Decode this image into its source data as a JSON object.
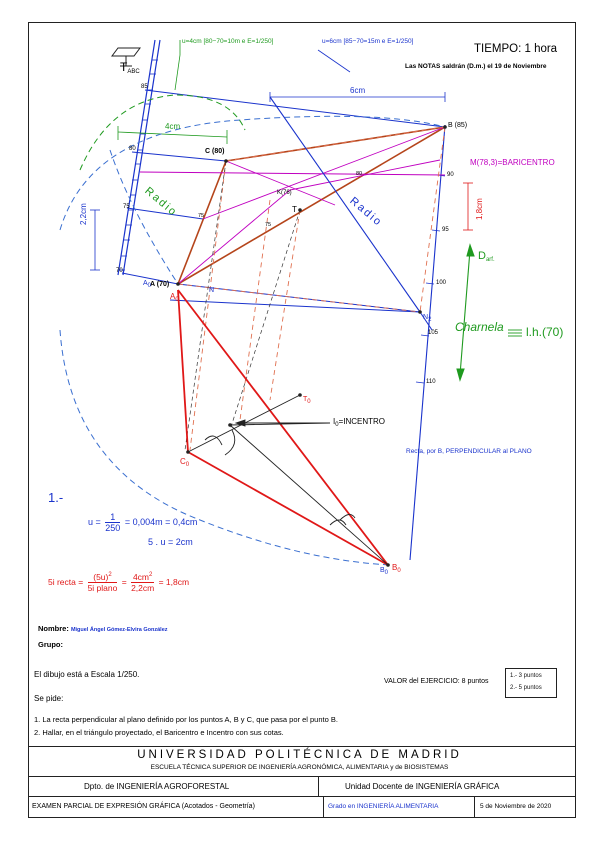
{
  "header": {
    "tiempo": "TIEMPO: 1 hora",
    "notas": "Las NOTAS saldrán (D.m.) el 19 de Noviembre",
    "plane_label": "T",
    "plane_sub": "ABC"
  },
  "drawing": {
    "dim_green_top": "u=4cm [80−70=10m  e  E=1/250]",
    "dim_blue_top": "u=6cm [85−70=15m  e  E=1/250]",
    "dim_6cm": "6cm",
    "dim_4cm": "4cm",
    "dim_22cm": "2,2cm",
    "dim_18cm": "1,8cm",
    "radio_left": "Radio",
    "radio_right": "Radio",
    "label_b": "B (85)",
    "label_c": "C (80)",
    "label_a": "A (70)",
    "label_k": "K(76)",
    "label_t": "T",
    "label_m": "M(78,3)=BARICENTRO",
    "label_a0": "A",
    "label_a0_sub": "0",
    "label_ao": "A",
    "label_ao_sub": "0",
    "label_b0": "B",
    "label_b0_sub": "0",
    "label_bo": "B",
    "label_bo_sub": "0",
    "label_c0": "C",
    "label_c0_sub": "0",
    "label_n": "N",
    "label_n2": "N",
    "label_n2_sub": "2",
    "label_t0": "T",
    "label_t0_sub": "0",
    "incentro": "I",
    "incentro_sub": "0",
    "incentro_tail": "=INCENTRO",
    "charnela": "Charnela",
    "charnela_tail": "l.h.(70)",
    "d_label": "D",
    "d_sub": "arf.",
    "recta_note": "Recta, por B, PERPENDICULAR al PLANO",
    "ticks_left": [
      "85",
      "80",
      "75",
      "70"
    ],
    "ticks_right": [
      "90",
      "95",
      "100",
      "105",
      "110"
    ],
    "tick_inner": [
      "80",
      "75",
      "75"
    ]
  },
  "formulas": {
    "ex_number": "1.-",
    "u_line_pre": "u =",
    "u_num": "1",
    "u_den": "250",
    "u_line_post": "= 0,004m = 0,4cm",
    "u5": "5 . u = 2cm",
    "recta_pre": "5i recta =",
    "recta_num": "(5u)",
    "recta_sup": "2",
    "recta_den": "5i plano",
    "recta_mid": "=",
    "recta_num2": "4cm",
    "recta_sup2": "2",
    "recta_den2": "2,2cm",
    "recta_post": "= 1,8cm"
  },
  "student": {
    "nombre_label": "Nombre:",
    "nombre_value": "Miguel Ángel Gómez-Elvira González",
    "grupo_label": "Grupo:"
  },
  "statement": {
    "escala": "El dibujo está a Escala 1/250.",
    "valor": "VALOR del EJERCICIO: 8 puntos",
    "valor_items": [
      "1.-  3 puntos",
      "2.-  5 puntos"
    ],
    "se_pide": "Se pide:",
    "items": [
      "1.  La recta perpendicular al plano definido por los puntos A, B y C, que pasa por el punto B.",
      "2.  Hallar, en el triángulo proyectado, el Baricentro e Incentro con sus cotas."
    ]
  },
  "footer": {
    "university": "UNIVERSIDAD POLITÉCNICA DE MADRID",
    "school": "ESCUELA TÉCNICA SUPERIOR DE INGENIERÍA AGRONÓMICA, ALIMENTARIA y de BIOSISTEMAS",
    "dept": "Dpto. de INGENIERÍA AGROFORESTAL",
    "unit": "Unidad Docente de INGENIERÍA GRÁFICA",
    "exam": "EXAMEN PARCIAL DE EXPRESIÓN GRÁFICA (Acotados - Geometría)",
    "grado": "Grado en INGENIERÍA ALIMENTARIA",
    "date": "5 de Noviembre de 2020"
  },
  "colors": {
    "blue": "#1a33cc",
    "red": "#e01818",
    "brown": "#b5451b",
    "magenta": "#c000c0",
    "green": "#1f9a1f",
    "dashed_blue": "#3a6fd0",
    "dashed_red": "#e07050"
  }
}
